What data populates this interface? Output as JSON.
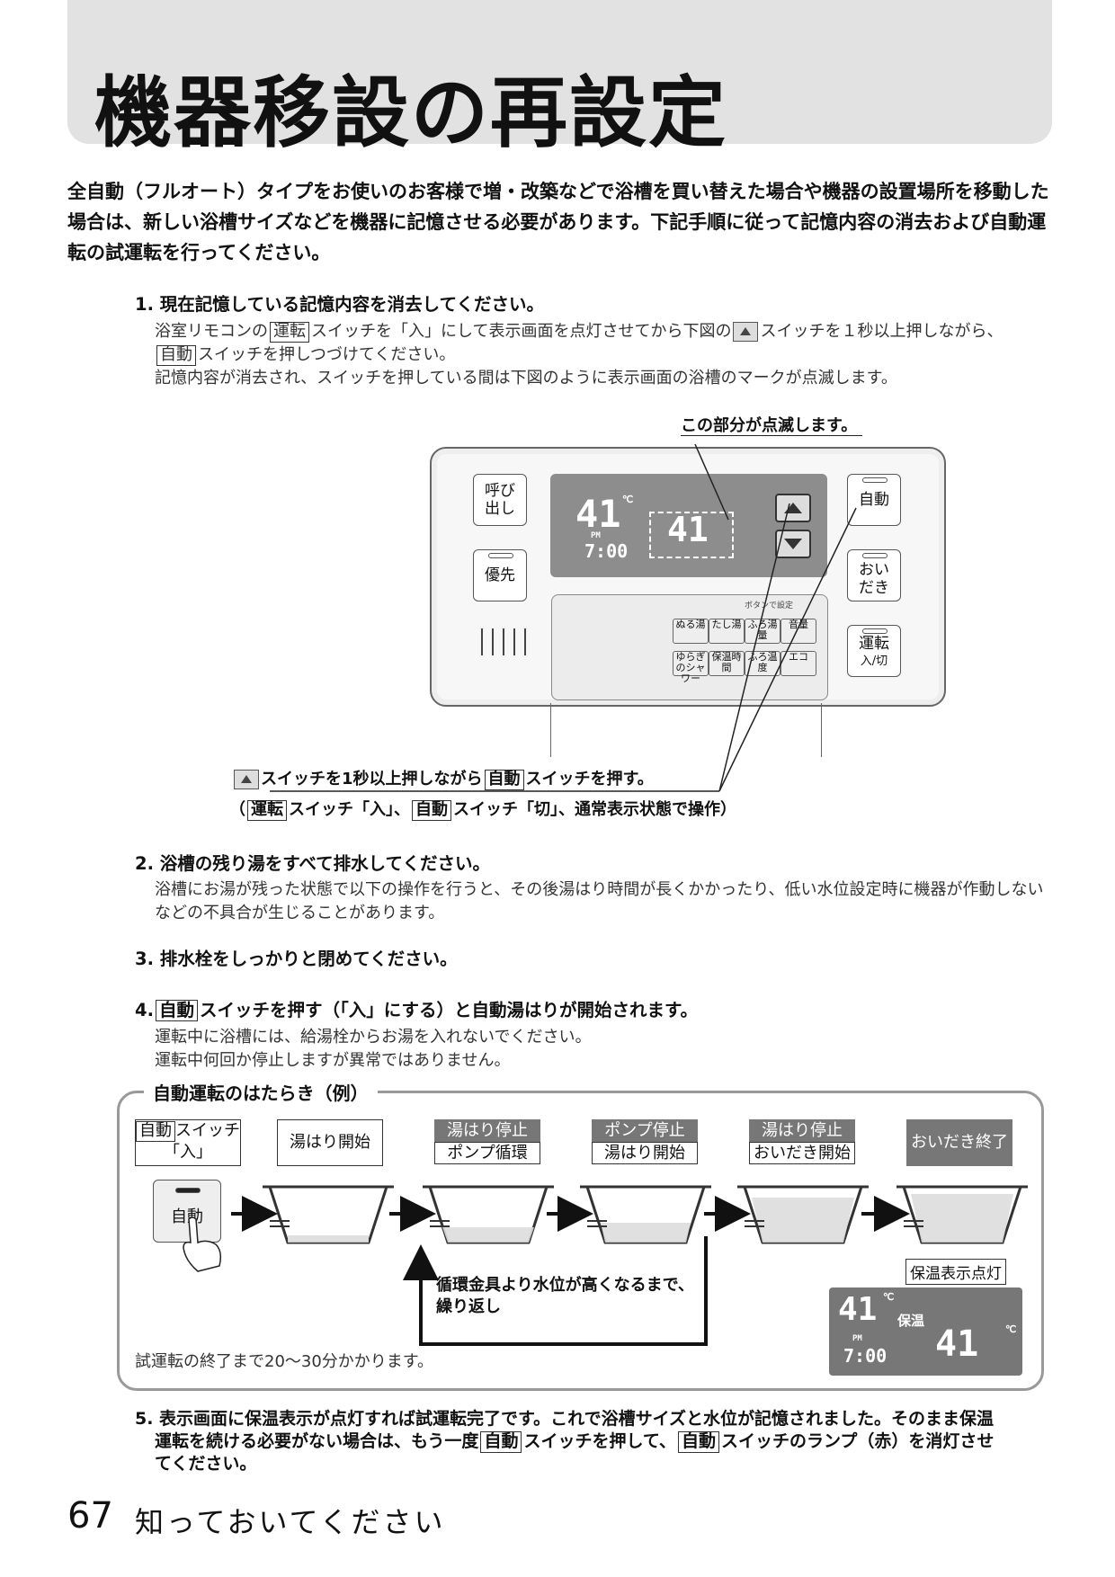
{
  "header": {
    "title": "機器移設の再設定"
  },
  "intro": "全自動（フルオート）タイプをお使いのお客様で増・改築などで浴槽を買い替えた場合や機器の設置場所を移動した場合は、新しい浴槽サイズなどを機器に記憶させる必要があります。下記手順に従って記憶内容の消去および自動運転の試運転を行ってください。",
  "keys": {
    "unten": "運転",
    "jidou": "自動"
  },
  "step1": {
    "title": "1. 現在記憶している記憶内容を消去してください。",
    "l1a": "浴室リモコンの",
    "l1b": "スイッチを「入」にして表示画面を点灯させてから下図の",
    "l1c": "スイッチを１秒以上押しながら、",
    "l2": "スイッチを押しつづけてください。",
    "l3": "記憶内容が消去され、スイッチを押している間は下図のように表示画面の浴槽のマークが点滅します。"
  },
  "diagram": {
    "callout_top": "この部分が点滅します。",
    "btn_yobidashi": "呼び出し",
    "btn_yusen": "優先",
    "btn_jidou": "自動",
    "btn_oidaki": "おいだき",
    "btn_unten": "運転",
    "btn_unten_sub": "入/切",
    "lcd_temp": "41",
    "lcd_deg": "℃",
    "lcd_pm": "PM",
    "lcd_time": "7:00",
    "lcd_tub": "41",
    "small_hint": "ボタンで設定",
    "small_buttons": [
      "ぬる湯",
      "たし湯",
      "ふろ湯量",
      "音量",
      "ゆらぎのシャワー",
      "保温時間",
      "ふろ温度",
      "エコ"
    ],
    "callout_b1a": "スイッチを1秒以上押しながら",
    "callout_b1b": "スイッチを押す。",
    "callout_b2a": "（",
    "callout_b2b": "スイッチ「入」、",
    "callout_b2c": "スイッチ「切」、通常表示状態で操作）"
  },
  "step2": {
    "title": "2. 浴槽の残り湯をすべて排水してください。",
    "body": "浴槽にお湯が残った状態で以下の操作を行うと、その後湯はり時間が長くかかったり、低い水位設定時に機器が作動しないなどの不具合が生じることがあります。"
  },
  "step3": {
    "title": "3. 排水栓をしっかりと閉めてください。"
  },
  "step4": {
    "num": "4.",
    "title": "スイッチを押す（「入」にする）と自動湯はりが開始されます。",
    "l1": "運転中に浴槽には、給湯栓からお湯を入れないでください。",
    "l2": "運転中何回か停止しますが異常ではありません。"
  },
  "flow": {
    "title": "自動運転のはたらき（例）",
    "box1a": "スイッチ",
    "box1b": "「入」",
    "box2": "湯はり開始",
    "box3a": "湯はり停止",
    "box3b": "ポンプ循環",
    "box4a": "ポンプ停止",
    "box4b": "湯はり開始",
    "box5a": "湯はり停止",
    "box5b": "おいだき開始",
    "box6": "おいだき終了",
    "repeat": "循環金具より水位が高くなるまで、繰り返し",
    "hozon_label": "保温表示点灯",
    "lcd_hozon": "保温",
    "footnote": "試運転の終了まで20〜30分かかります。"
  },
  "step5": {
    "l1": "5. 表示画面に保温表示が点灯すれば試運転完了です。これで浴槽サイズと水位が記憶されました。そのまま保温",
    "l2a": "運転を続ける必要がない場合は、もう一度",
    "l2b": "スイッチを押して、",
    "l2c": "スイッチのランプ（赤）を消灯させ",
    "l3": "てください。"
  },
  "footer": {
    "page": "67",
    "section": "知っておいてください"
  }
}
